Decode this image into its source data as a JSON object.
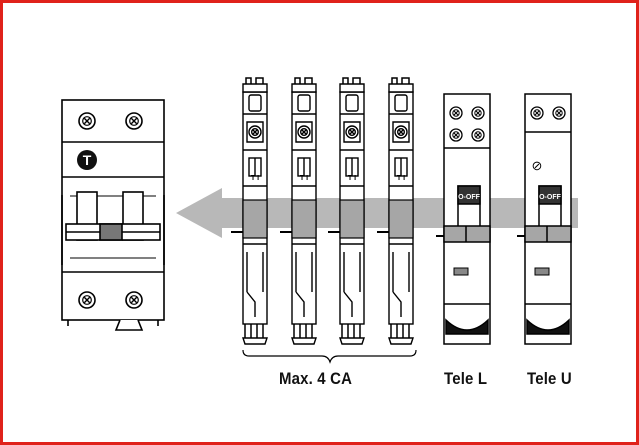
{
  "frame": {
    "border_color": "#e0221b"
  },
  "arrow": {
    "color": "#b8b8b8",
    "direction": "left"
  },
  "main_device": {
    "symbol": "T"
  },
  "ca_modules": {
    "count": 4,
    "switch_label": "T I"
  },
  "tele_l": {
    "switch_label": "O-OFF"
  },
  "tele_u": {
    "switch_label": "O-OFF",
    "indicator_symbol": "⊘"
  },
  "captions": {
    "ca_group": "Max. 4 CA",
    "tele_l": "Tele L",
    "tele_u": "Tele U"
  }
}
